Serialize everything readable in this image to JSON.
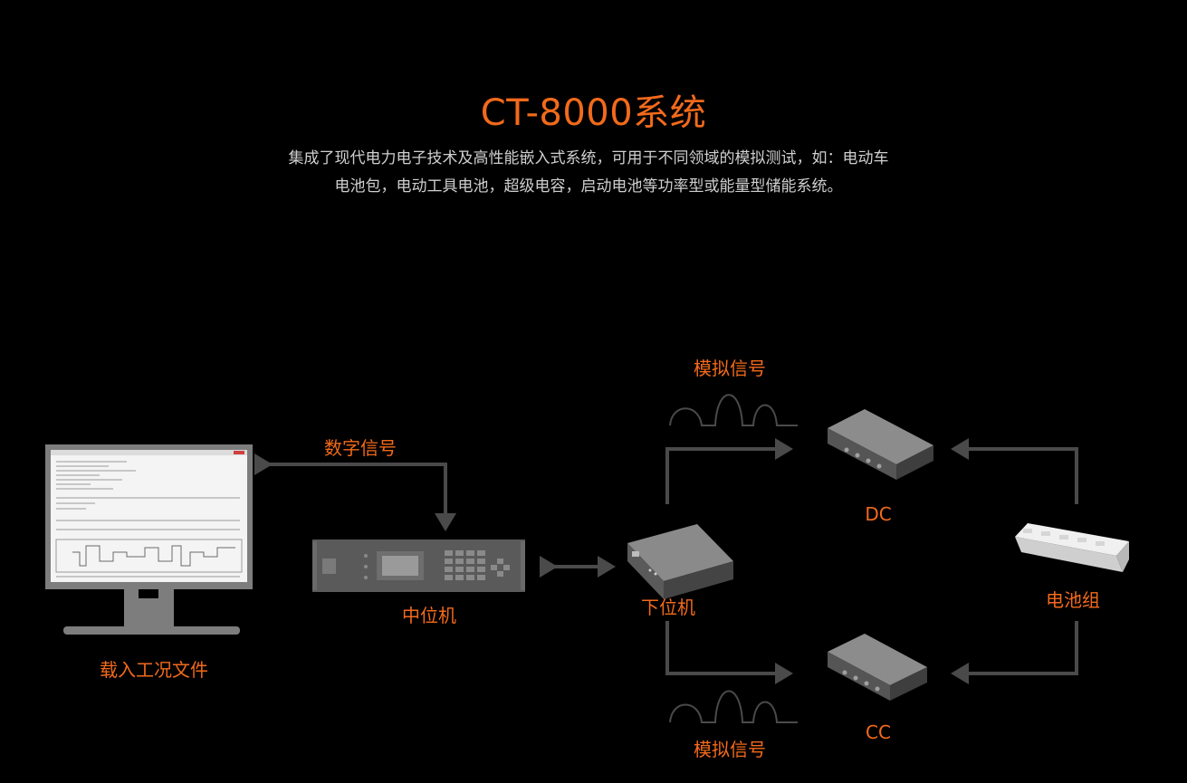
{
  "header": {
    "title": "CT-8000系统",
    "desc_line1": "集成了现代电力电子技术及高性能嵌入式系统，可用于不同领域的模拟测试，如：电动车",
    "desc_line2": "电池包，电动工具电池，超级电容，启动电池等功率型或能量型储能系统。"
  },
  "labels": {
    "computer": "载入工况文件",
    "digital_signal": "数字信号",
    "middle_unit": "中位机",
    "lower_unit": "下位机",
    "analog_signal_top": "模拟信号",
    "analog_signal_bottom": "模拟信号",
    "dc": "DC",
    "cc": "CC",
    "battery_pack": "电池组"
  },
  "colors": {
    "accent": "#f26a1b",
    "connector": "#4a4a4a",
    "device": "#5a5a5a",
    "background": "#000000"
  }
}
